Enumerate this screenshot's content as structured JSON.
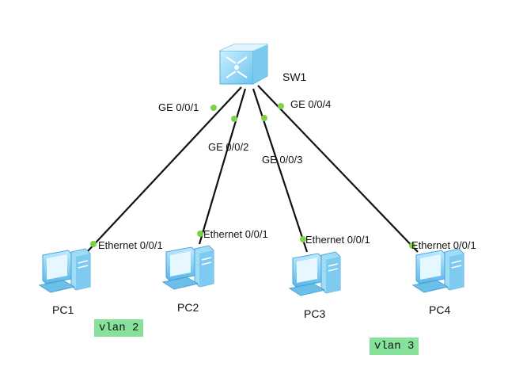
{
  "switch": {
    "label": "SW1"
  },
  "switch_ports": [
    {
      "label": "GE 0/0/1"
    },
    {
      "label": "GE 0/0/2"
    },
    {
      "label": "GE 0/0/3"
    },
    {
      "label": "GE 0/0/4"
    }
  ],
  "pcs": [
    {
      "label": "PC1",
      "port": "Ethernet 0/0/1"
    },
    {
      "label": "PC2",
      "port": "Ethernet 0/0/1"
    },
    {
      "label": "PC3",
      "port": "Ethernet 0/0/1"
    },
    {
      "label": "PC4",
      "port": "Ethernet 0/0/1"
    }
  ],
  "vlans": [
    {
      "label": "vlan 2"
    },
    {
      "label": "vlan 3"
    }
  ],
  "colors": {
    "link": "#111111",
    "port_dot": "#7ed04a",
    "vlan_badge": "#86e29b",
    "device": "#8fd6f5"
  }
}
